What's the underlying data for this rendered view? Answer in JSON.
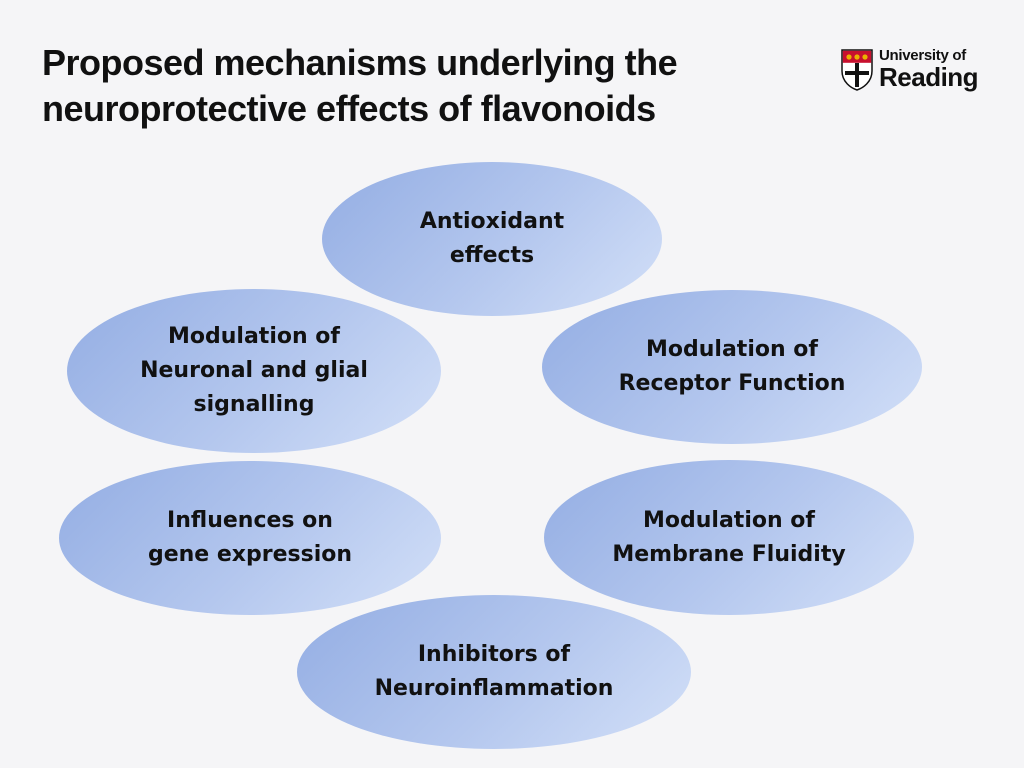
{
  "title": {
    "line1": "Proposed mechanisms underlying the",
    "line2": "neuroprotective effects of flavonoids"
  },
  "logo": {
    "line1": "University of",
    "line2": "Reading",
    "crest_colors": {
      "red": "#c8102e",
      "gold": "#e9b200",
      "black": "#111111"
    }
  },
  "diagram": {
    "oval_gradient": [
      "#93ade3",
      "#d3e0f8"
    ],
    "nodes": [
      {
        "lines": [
          "Antioxidant",
          "effects"
        ]
      },
      {
        "lines": [
          "Modulation of",
          "Neuronal and glial",
          "signalling"
        ]
      },
      {
        "lines": [
          "Modulation of",
          "Receptor Function"
        ]
      },
      {
        "lines": [
          "Influences on",
          "gene expression"
        ]
      },
      {
        "lines": [
          "Modulation of",
          "Membrane Fluidity"
        ]
      },
      {
        "lines": [
          "Inhibitors of",
          "Neuroinflammation"
        ]
      }
    ]
  }
}
